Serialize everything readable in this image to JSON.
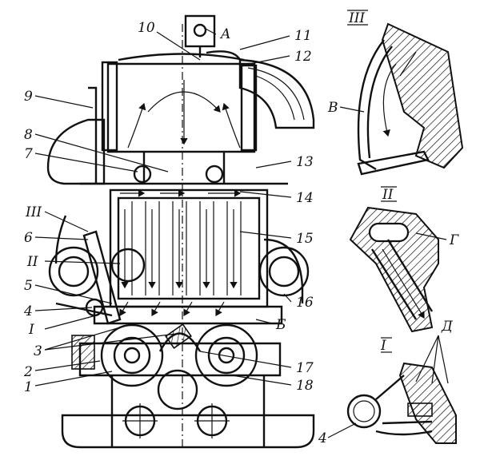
{
  "callouts": {
    "n1": "1",
    "n2": "2",
    "n3": "3",
    "n4": "4",
    "n5": "5",
    "n6": "6",
    "n7": "7",
    "n8": "8",
    "n9": "9",
    "n10": "10",
    "n11": "11",
    "n12": "12",
    "n13": "13",
    "n14": "14",
    "n15": "15",
    "n16": "16",
    "n17": "17",
    "n18": "18",
    "A": "A",
    "B": "Б",
    "V": "В",
    "G": "Г",
    "D": "Д",
    "rIII_main": "III",
    "rII_main": "II",
    "rI_main": "I",
    "rIII_detail": "III",
    "rII_detail": "II",
    "rI_detail": "I",
    "n4_detail": "4"
  }
}
